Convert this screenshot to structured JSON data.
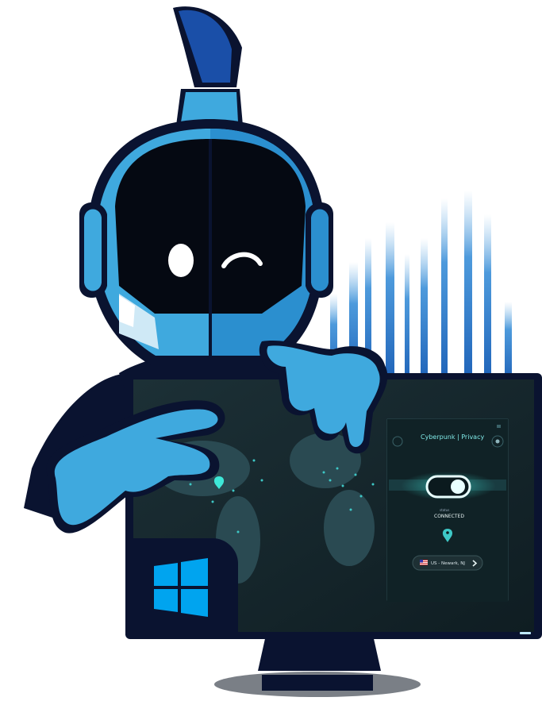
{
  "app": {
    "brand": "Cyberpunk | Privacy",
    "status_label": "status",
    "status": "CONNECTED",
    "location": "US - Newark, NJ"
  },
  "icons": {
    "os_logo": "windows-logo-icon",
    "settings": "gear-icon",
    "location": "map-pin-icon",
    "flag": "us-flag-icon",
    "arrow": "chevron-right-icon",
    "menu": "menu-icon"
  },
  "colors": {
    "mascot_blue": "#3fa9de",
    "mascot_dark": "#0a1330",
    "screen_bg": "#15262c",
    "accent_teal": "#3ec8c6",
    "windows_blue": "#00a4ef"
  }
}
